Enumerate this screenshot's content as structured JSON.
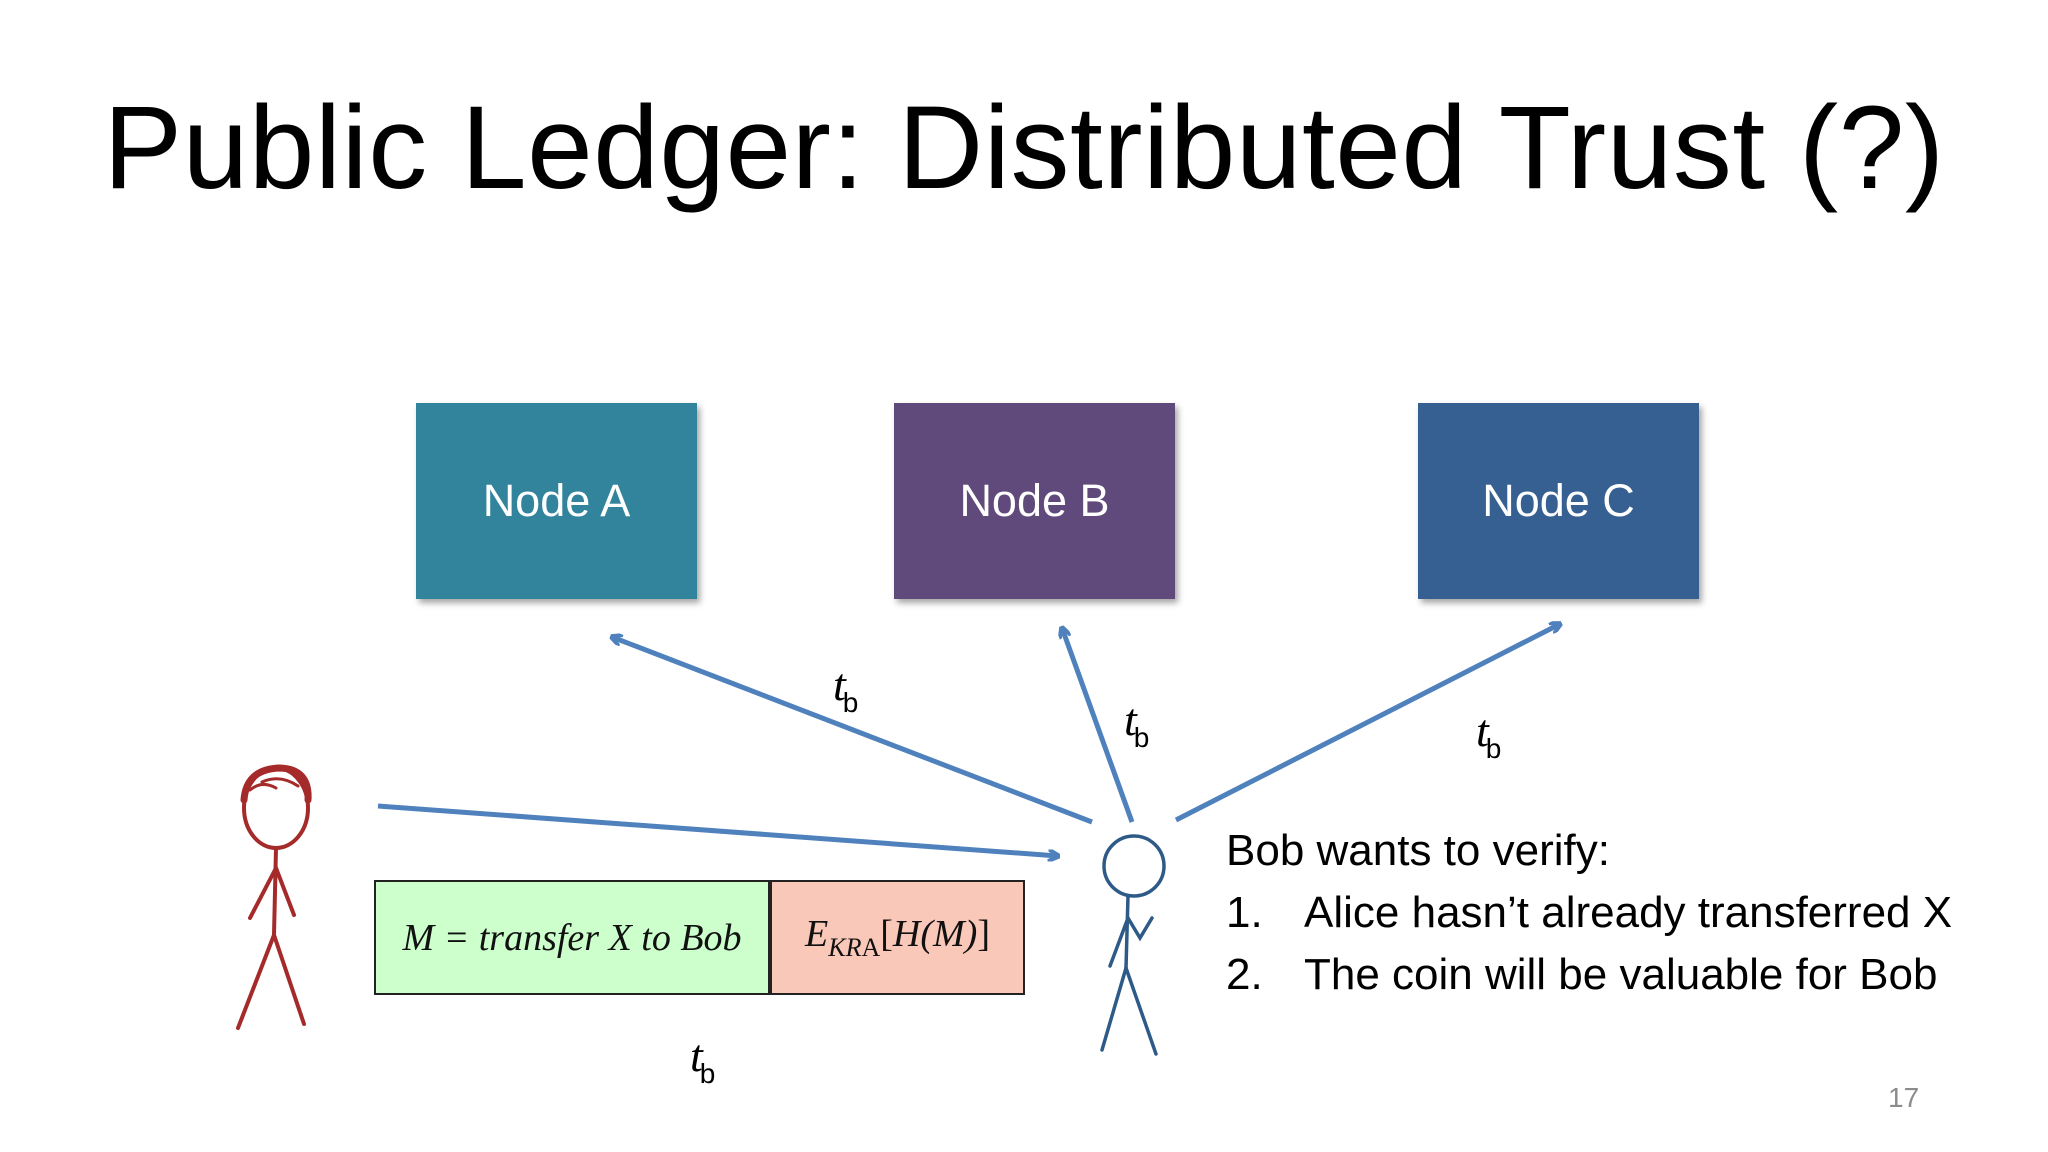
{
  "title": "Public Ledger: Distributed Trust (?)",
  "nodes": [
    {
      "label": "Node A",
      "color": "#31849b"
    },
    {
      "label": "Node B",
      "color": "#604a7b"
    },
    {
      "label": "Node C",
      "color": "#376092"
    }
  ],
  "edge_label": {
    "t": "t",
    "sub": "b"
  },
  "message": {
    "m_text": "M = transfer X to Bob",
    "sig_E": "E",
    "sig_sub": "KR",
    "sig_subsub": "A",
    "sig_rest_open": "[",
    "sig_H": "H",
    "sig_paren": "(M)",
    "sig_rest_close": "]"
  },
  "verify": {
    "heading": "Bob wants to verify:",
    "items": [
      {
        "num": "1.",
        "text": "Alice hasn’t already transferred X"
      },
      {
        "num": "2.",
        "text": "The coin will be valuable for Bob"
      }
    ]
  },
  "page_number": "17",
  "colors": {
    "arrow": "#4f81bd",
    "alice": "#a52a2a",
    "bob": "#2e5a88"
  }
}
